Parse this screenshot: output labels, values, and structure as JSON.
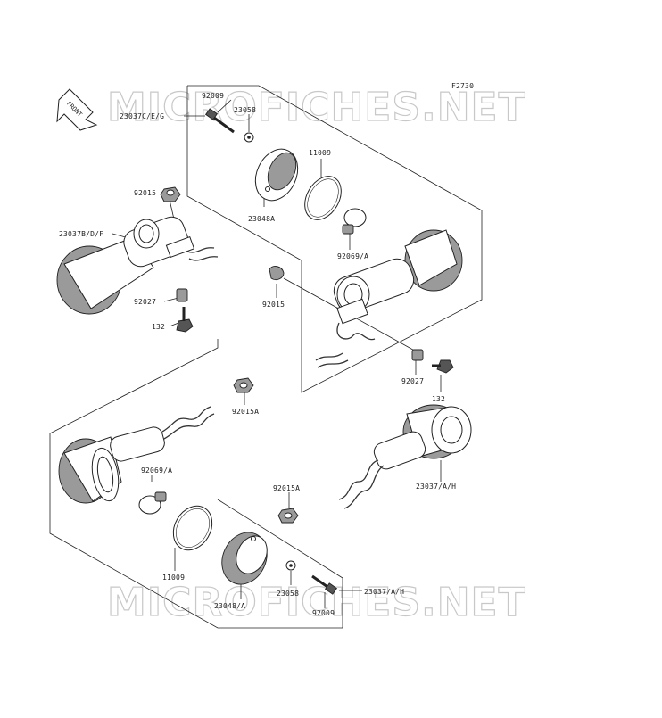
{
  "figure_code": "F2730",
  "watermark": "MICROFICHES.NET",
  "front_label": "FRONT",
  "labels": {
    "l92009_top": "92009",
    "l23037ceg": "23037C/E/G",
    "l23058_top": "23058",
    "l11009_top": "11009",
    "l92015_left": "92015",
    "l23048a_top": "23048A",
    "l23037bdf": "23037B/D/F",
    "l92069a_top": "92069/A",
    "l92027_left": "92027",
    "l92015_mid": "92015",
    "l132_left": "132",
    "l92027_right": "92027",
    "l132_right": "132",
    "l92015a_top": "92015A",
    "l92069a_bottom": "92069/A",
    "l23037ah_right": "23037/A/H",
    "l92015a_mid": "92015A",
    "l11009_bottom": "11009",
    "l23058_bottom": "23058",
    "l23037ah_bottom": "23037/A/H",
    "l23048a_bottom": "23048/A",
    "l92009_bottom": "92009"
  }
}
